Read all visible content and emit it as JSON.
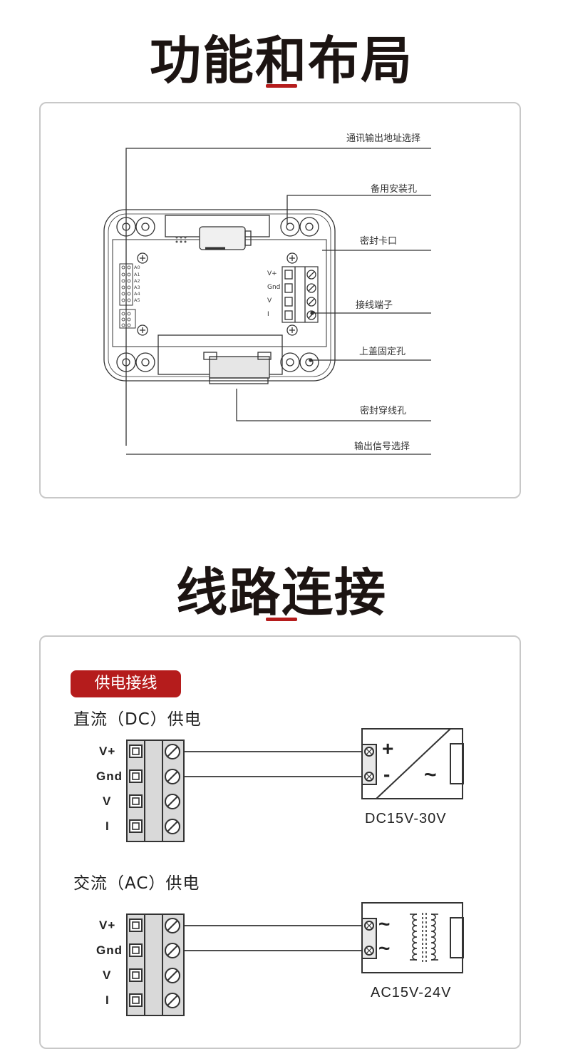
{
  "sections": {
    "layout_title": "功能和布局",
    "wiring_title": "线路连接"
  },
  "layout_callouts": {
    "comm_addr": "通讯输出地址选择",
    "spare_hole": "备用安装孔",
    "seal_clip": "密封卡口",
    "terminal": "接线端子",
    "cover_hole": "上盖固定孔",
    "cable_hole": "密封穿线孔",
    "signal_select": "输出信号选择"
  },
  "board_labels": {
    "pins": [
      "A0",
      "A1",
      "A2",
      "A3",
      "A4",
      "A5"
    ],
    "terminals": [
      "V+",
      "Gnd",
      "V",
      "I"
    ]
  },
  "wiring": {
    "badge": "供电接线",
    "dc_title": "直流（DC）供电",
    "ac_title": "交流（AC）供电",
    "terminal_labels": [
      "V+",
      "Gnd",
      "V",
      "I"
    ],
    "dc_supply": "DC15V-30V",
    "ac_supply": "AC15V-24V",
    "dc_plus": "+",
    "dc_minus": "-",
    "tilde": "~"
  },
  "colors": {
    "accent": "#b51c1c",
    "line": "#333333",
    "panel_border": "#c8c8c8",
    "terminal_fill": "#d9d9d9"
  }
}
